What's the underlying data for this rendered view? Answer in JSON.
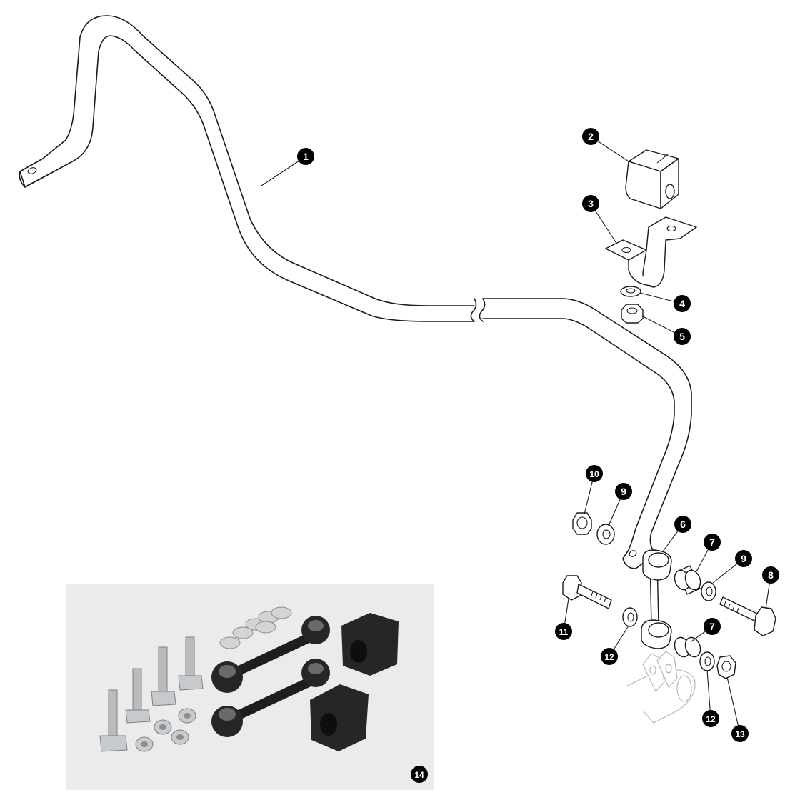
{
  "diagram": {
    "accent_color": "#000000",
    "callouts": [
      {
        "id": "c1",
        "label": "1"
      },
      {
        "id": "c2",
        "label": "2"
      },
      {
        "id": "c3",
        "label": "3"
      },
      {
        "id": "c4",
        "label": "4"
      },
      {
        "id": "c5",
        "label": "5"
      },
      {
        "id": "c6",
        "label": "6"
      },
      {
        "id": "c7a",
        "label": "7"
      },
      {
        "id": "c7b",
        "label": "7"
      },
      {
        "id": "c8",
        "label": "8"
      },
      {
        "id": "c9a",
        "label": "9"
      },
      {
        "id": "c9b",
        "label": "9"
      },
      {
        "id": "c10",
        "label": "10"
      },
      {
        "id": "c11",
        "label": "11"
      },
      {
        "id": "c12a",
        "label": "12"
      },
      {
        "id": "c12b",
        "label": "12"
      },
      {
        "id": "c13",
        "label": "13"
      },
      {
        "id": "c14",
        "label": "14"
      }
    ]
  }
}
